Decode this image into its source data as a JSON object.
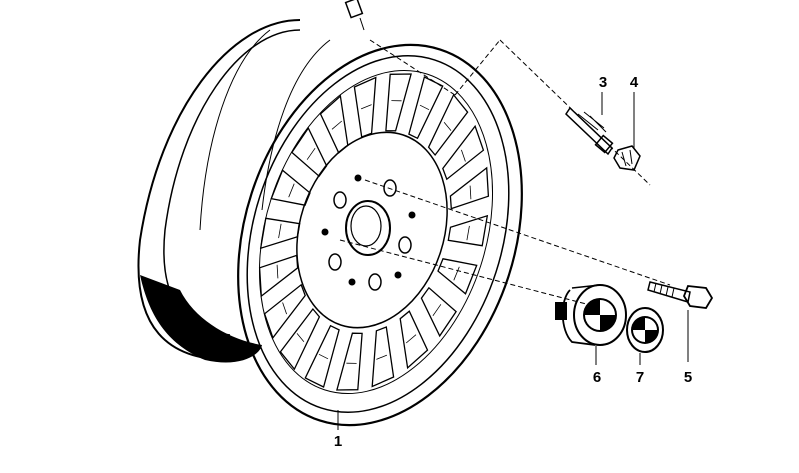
{
  "diagram": {
    "callouts": [
      {
        "id": "1",
        "label": "1"
      },
      {
        "id": "3",
        "label": "3"
      },
      {
        "id": "4",
        "label": "4"
      },
      {
        "id": "5",
        "label": "5"
      },
      {
        "id": "6",
        "label": "6"
      },
      {
        "id": "7",
        "label": "7"
      }
    ],
    "colors": {
      "line": "#000000",
      "background": "#ffffff",
      "fill": "#ffffff"
    }
  }
}
